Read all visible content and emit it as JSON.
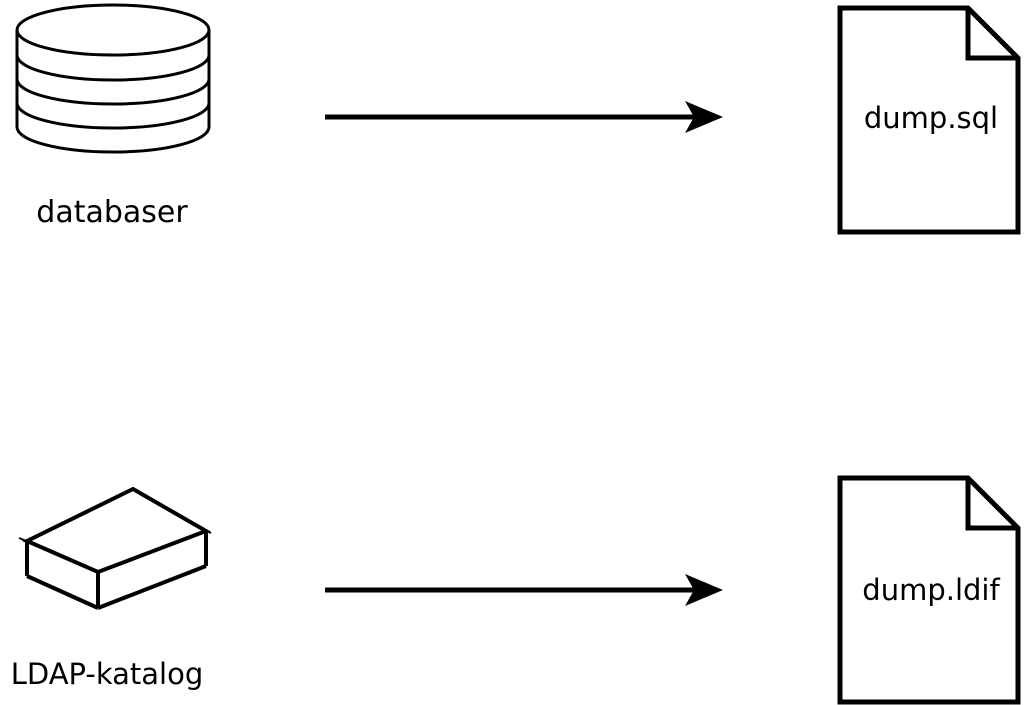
{
  "rows": [
    {
      "source_label": "databaser",
      "target_label": "dump.sql"
    },
    {
      "source_label": "LDAP-katalog",
      "target_label": "dump.ldif"
    }
  ],
  "colors": {
    "stroke": "#000000",
    "background": "#ffffff"
  }
}
